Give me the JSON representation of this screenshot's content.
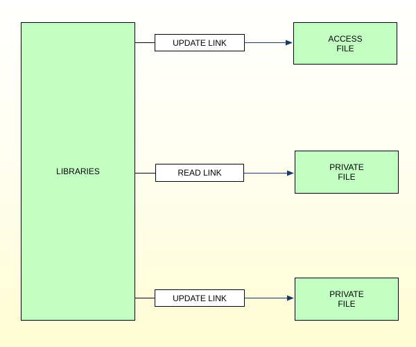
{
  "colors": {
    "box_fill": "#c3ffc3",
    "label_fill": "#ffffff",
    "border": "#000000",
    "arrow": "#1a3a66"
  },
  "diagram": {
    "source": {
      "label": "LIBRARIES"
    },
    "links": [
      {
        "label": "UPDATE LINK",
        "target": "ACCESS\nFILE"
      },
      {
        "label": "READ LINK",
        "target": "PRIVATE\nFILE"
      },
      {
        "label": "UPDATE LINK",
        "target": "PRIVATE\nFILE"
      }
    ]
  }
}
